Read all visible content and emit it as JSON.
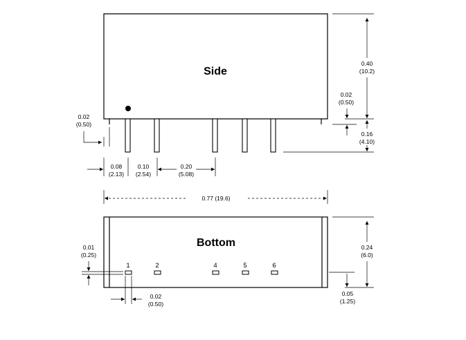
{
  "side_view": {
    "title": "Side",
    "height_in": "0.40",
    "height_mm": "(10.2)",
    "standoff_in": "0.02",
    "standoff_mm": "(0.50)",
    "pin_length_in": "0.16",
    "pin_length_mm": "(4.10)",
    "left_step_in": "0.02",
    "left_step_mm": "(0.50)",
    "pin_offset_in": "0.08",
    "pin_offset_mm": "(2.13)",
    "pin_pitch_in": "0.10",
    "pin_pitch_mm": "(2.54)",
    "pin_gap_in": "0.20",
    "pin_gap_mm": "(5.08)"
  },
  "bottom_view": {
    "title": "Bottom",
    "length_label": "0.77 (19.6)",
    "width_in": "0.24",
    "width_mm": "(6.0)",
    "edge_in": "0.05",
    "edge_mm": "(1.25)",
    "pad_in": "0.01",
    "pad_mm": "(0.25)",
    "pin_width_in": "0.02",
    "pin_width_mm": "(0.50)",
    "pins": [
      "1",
      "2",
      "4",
      "5",
      "6"
    ]
  }
}
